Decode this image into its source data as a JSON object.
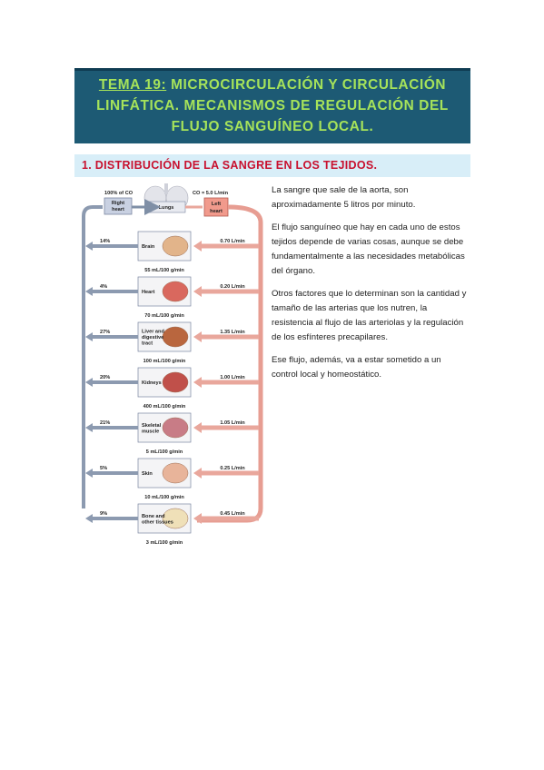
{
  "header": {
    "title_prefix": "TEMA 19:",
    "title_line1_rest": " MICROCIRCULACIÓN Y CIRCULACIÓN",
    "title_line2": "LINFÁTICA. MECANISMOS DE REGULACIÓN DEL",
    "title_line3": "FLUJO SANGUÍNEO LOCAL."
  },
  "section": {
    "heading": "1. DISTRIBUCIÓN DE LA SANGRE EN LOS TEJIDOS."
  },
  "diagram": {
    "co_label": "100% of CO",
    "co_value": "CO = 5.0 L/min",
    "right_heart_1": "Right",
    "right_heart_2": "heart",
    "lungs": "Lungs",
    "left_heart_1": "Left",
    "left_heart_2": "heart",
    "organs": [
      {
        "name1": "Brain",
        "name2": "",
        "pct": "14%",
        "flow": "0.70 L/min",
        "rate": "55 mL/100 g/min"
      },
      {
        "name1": "Heart",
        "name2": "",
        "pct": "4%",
        "flow": "0.20 L/min",
        "rate": "70 mL/100 g/min"
      },
      {
        "name1": "Liver and",
        "name2": "digestive",
        "name3": "tract",
        "pct": "27%",
        "flow": "1.35 L/min",
        "rate": "100 mL/100 g/min"
      },
      {
        "name1": "Kidneys",
        "name2": "",
        "pct": "20%",
        "flow": "1.00 L/min",
        "rate": "400 mL/100 g/min"
      },
      {
        "name1": "Skeletal",
        "name2": "muscle",
        "pct": "21%",
        "flow": "1.05 L/min",
        "rate": "5 mL/100 g/min"
      },
      {
        "name1": "Skin",
        "name2": "",
        "pct": "5%",
        "flow": "0.25 L/min",
        "rate": "10 mL/100 g/min"
      },
      {
        "name1": "Bone and",
        "name2": "other tissues",
        "pct": "9%",
        "flow": "0.45 L/min",
        "rate": "3 mL/100 g/min"
      }
    ]
  },
  "body_text": {
    "p1": " La sangre que sale de la aorta, son aproximadamente 5 litros por minuto.",
    "p2": "El flujo sanguíneo que hay en cada uno de estos tejidos depende de varias cosas, aunque se debe fundamentalmente a las necesidades metabólicas del órgano.",
    "p3": "Otros factores que lo determinan son la cantidad y tamaño de las arterias que los nutren, la resistencia al flujo de las arteriolas y la regulación de los esfínteres precapilares.",
    "p4": "Ese flujo, además, va a estar sometido a un control local y homeostático."
  }
}
